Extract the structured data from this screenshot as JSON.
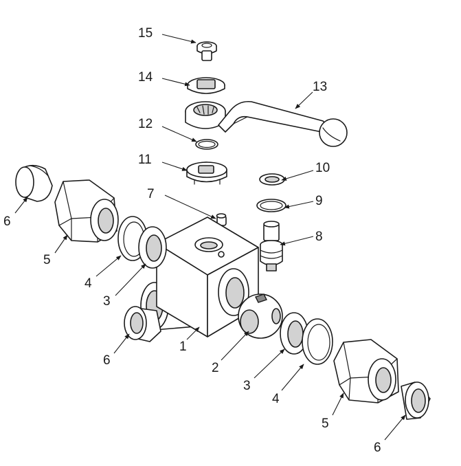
{
  "diagram": {
    "labels": [
      {
        "id": "15",
        "text": "15"
      },
      {
        "id": "14",
        "text": "14"
      },
      {
        "id": "13",
        "text": "13"
      },
      {
        "id": "12",
        "text": "12"
      },
      {
        "id": "11",
        "text": "11"
      },
      {
        "id": "10",
        "text": "10"
      },
      {
        "id": "9",
        "text": "9"
      },
      {
        "id": "8",
        "text": "8"
      },
      {
        "id": "7",
        "text": "7"
      },
      {
        "id": "6a",
        "text": "6"
      },
      {
        "id": "5a",
        "text": "5"
      },
      {
        "id": "4a",
        "text": "4"
      },
      {
        "id": "3a",
        "text": "3"
      },
      {
        "id": "6b",
        "text": "6"
      },
      {
        "id": "1",
        "text": "1"
      },
      {
        "id": "2",
        "text": "2"
      },
      {
        "id": "3b",
        "text": "3"
      },
      {
        "id": "4b",
        "text": "4"
      },
      {
        "id": "5b",
        "text": "5"
      },
      {
        "id": "6c",
        "text": "6"
      }
    ]
  }
}
